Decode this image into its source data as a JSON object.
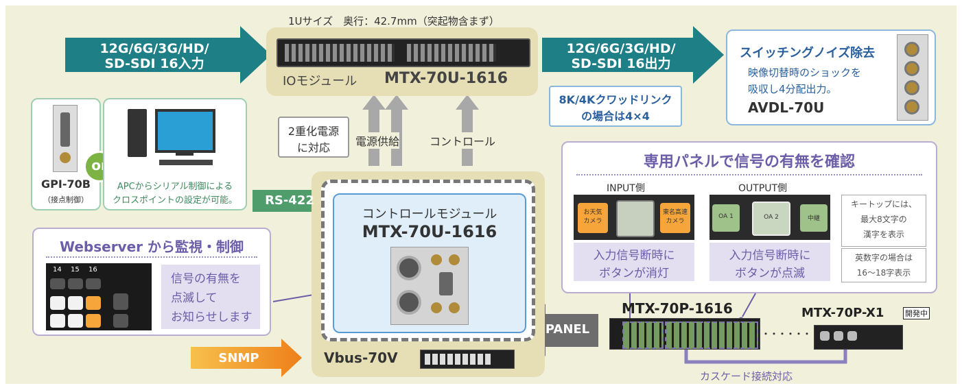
{
  "colors": {
    "background": "#f1f1db",
    "teal": "#1f7f86",
    "green_arrow": "#4f9d6b",
    "purple": "#6b5da7",
    "beige": "#e6dfb6",
    "orange": "#f28a1e",
    "gray_arrow": "#6d6d6d"
  },
  "top": {
    "size_note": "1Uサイズ　奥行：42.7mm（突起物含まず）",
    "input_line1": "12G/6G/3G/HD/",
    "input_line2": "SD-SDI 16入力",
    "io_module_label": "IOモジュール",
    "io_module_model": "MTX-70U-1616",
    "output_line1": "12G/6G/3G/HD/",
    "output_line2": "SD-SDI 16出力",
    "quad_line1": "8K/4Kクワッドリンク",
    "quad_line2": "の場合は4×4"
  },
  "avdl": {
    "title": "スイッチングノイズ除去",
    "desc_line1": "映像切替時のショックを",
    "desc_line2": "吸収し4分配出力。",
    "model": "AVDL-70U"
  },
  "left": {
    "gpi_model": "GPI-70B",
    "gpi_note": "（接点制御）",
    "or_label": "or",
    "pc_line1": "APCからシリアル制御による",
    "pc_line2": "クロスポイントの設定が可能。"
  },
  "power": {
    "dual_line1": "2重化電源",
    "dual_line2": "に対応",
    "supply_label": "電源供給",
    "control_label": "コントロール"
  },
  "rs422": "RS-422",
  "control_module": {
    "label": "コントロールモジュール",
    "model": "MTX-70U-1616"
  },
  "webserver": {
    "title": "Webserver から監視・制御",
    "columns": [
      "14",
      "15",
      "16"
    ],
    "msg_line1": "信号の有無を",
    "msg_line2": "点滅して",
    "msg_line3": "お知らせします"
  },
  "panel_check": {
    "title": "専用パネルで信号の有無を確認",
    "input_side": "INPUT側",
    "output_side": "OUTPUT側",
    "input_btn_left": "お天気\nカメラ",
    "input_btn_right": "東名高速\nカメラ",
    "input_msg_line1": "入力信号断時に",
    "input_msg_line2": "ボタンが消灯",
    "output_btn_left": "OA 1",
    "output_btn_center": "OA 2",
    "output_btn_right": "中継",
    "output_msg_line1": "入力信号断時に",
    "output_msg_line2": "ボタンが点滅",
    "note1_line1": "キートップには、",
    "note1_line2": "最大8文字の",
    "note1_line3": "漢字を表示",
    "note2_line1": "英数字の場合は",
    "note2_line2": "16～18字表示"
  },
  "bottom": {
    "panel_label": "PANEL",
    "panel_model": "MTX-70P-1616",
    "dots": "・・・・・・",
    "x1_model": "MTX-70P-X1",
    "x1_badge": "開発中",
    "cascade": "カスケード接続対応",
    "snmp": "SNMP",
    "vbus": "Vbus-70V"
  }
}
